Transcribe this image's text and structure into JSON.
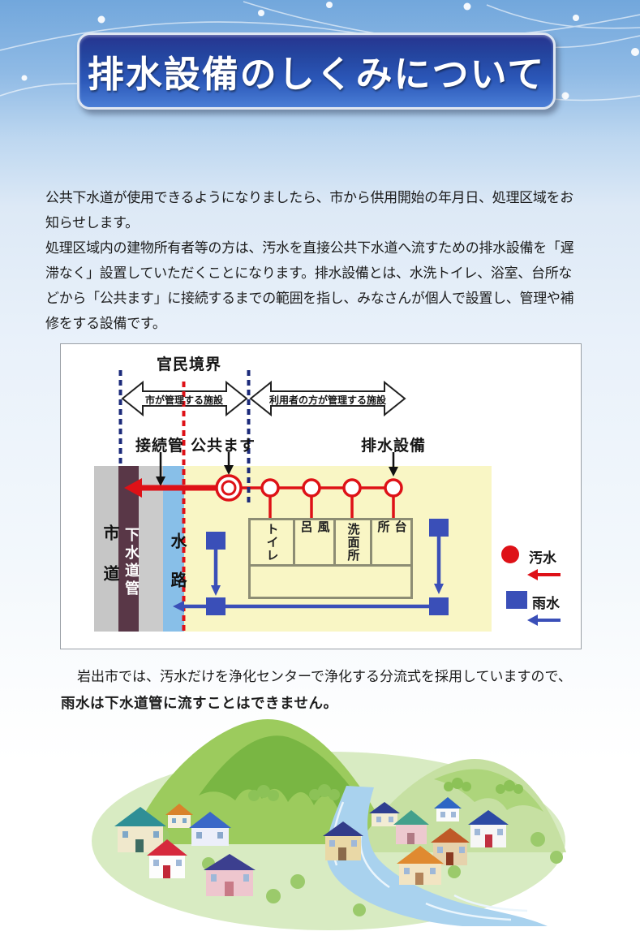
{
  "banner": {
    "title": "排水設備のしくみについて"
  },
  "intro": {
    "p1": "公共下水道が使用できるようになりましたら、市から供用開始の年月日、処理区域をお知らせします。",
    "p2": "処理区域内の建物所有者等の方は、汚水を直接公共下水道へ流すための排水設備を「遅滞なく」設置していただくことになります。排水設備とは、水洗トイレ、浴室、台所などから「公共ます」に接続するまでの範囲を指し、みなさんが個人で設置し、管理や補修をする設備です。",
    "text_color": "#1c1c1c"
  },
  "diagram": {
    "boundary_label": "官民境界",
    "city_arrow": "市が管理する施設",
    "user_arrow": "利用者の方が管理する施設",
    "connection_pipe": "接続管",
    "public_basin": "公共ます",
    "drainage": "排水設備",
    "band_road": "市道",
    "band_sewer": "下水道管",
    "band_waterway": "水路",
    "rooms": [
      "トイレ",
      "風呂",
      "洗面所",
      "台所"
    ],
    "legend_sewage": "汚水",
    "legend_rain": "雨水",
    "colors": {
      "sewage_red": "#de1117",
      "rainwater_blue": "#3a4fb8",
      "boundary_navy_dashed": "#1b2a7a",
      "boundary_red_dashed": "#de1117",
      "property_yellow": "#f9f6c5",
      "sewer_band_maroon": "#593747",
      "waterway_band_blue": "#88bfe8",
      "road_band_gray": "#c6c6c6",
      "banner_blue": "#2b57b8"
    }
  },
  "note": {
    "line1": "岩出市では、汚水だけを浄化センターで浄化する分流式を採用していますので、",
    "line2": "雨水は下水道管に流すことはできません。"
  }
}
